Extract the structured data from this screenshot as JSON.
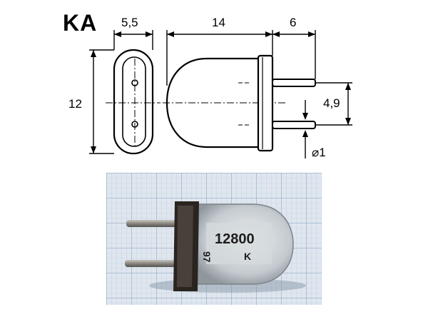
{
  "title": "KA",
  "dimensions": {
    "width_front": "5,5",
    "body_length": "14",
    "pin_length": "6",
    "height": "12",
    "pin_spacing": "4,9",
    "pin_diameter": "⌀1"
  },
  "photo": {
    "marking_line1": "12800",
    "marking_line2": "K",
    "side_marking": "97"
  },
  "colors": {
    "line": "#000000",
    "grid_background": "#dfe6ee",
    "grid_line": "#9fb6cf",
    "glass": "#c9cfd3",
    "pins": "#8c8a86",
    "base": "#2a2420"
  }
}
